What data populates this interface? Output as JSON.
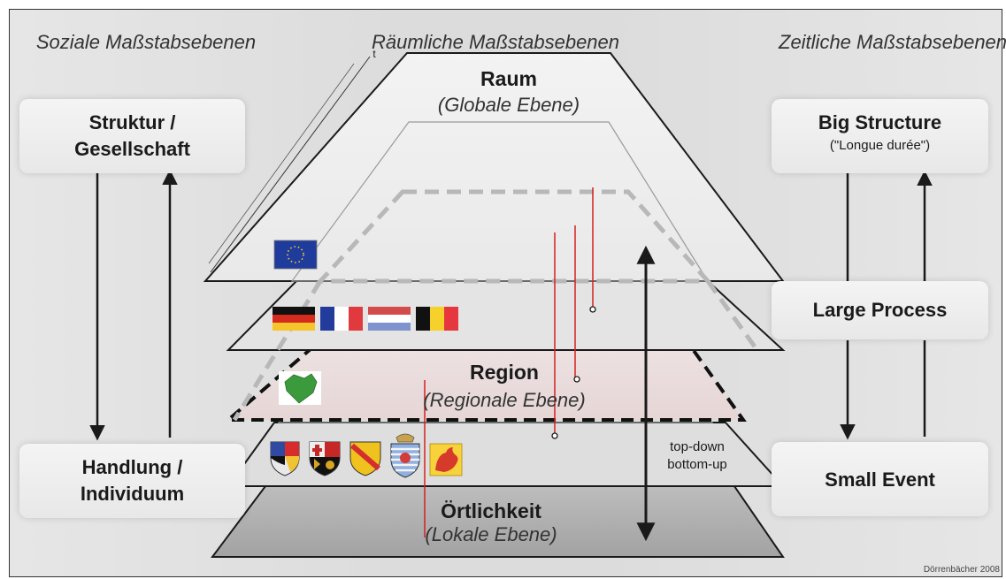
{
  "headings": {
    "left": "Soziale Maßstabsebenen",
    "center": "Räumliche Maßstabsebenen",
    "right": "Zeitliche Maßstabsebenen"
  },
  "social": {
    "top": "Struktur / Gesellschaft",
    "bottom": "Handlung / Individuum"
  },
  "temporal": {
    "top": "Big Structure",
    "top_note": "(\"Longue durée\")",
    "middle": "Large Process",
    "bottom": "Small Event"
  },
  "spatial": {
    "global_title": "Raum",
    "global_sub": "(Globale Ebene)",
    "regional_title": "Region",
    "regional_sub": "(Regionale Ebene)",
    "local_title": "Örtlichkeit",
    "local_sub": "(Lokale Ebene)"
  },
  "axis_label": "t",
  "direction": {
    "down": "top-down",
    "up": "bottom-up"
  },
  "credit": "Dörrenbächer 2008",
  "colors": {
    "arrow": "#1a1a1a",
    "red_line": "#d42020",
    "dashed_gray": "#b8b8b8",
    "dashed_black": "#111111",
    "region_fill": "#ecdcdc",
    "local_fill": "#a9a9a9"
  },
  "icons": [
    "eu-flag",
    "germany-flag",
    "france-flag",
    "netherlands-flag",
    "belgium-flag",
    "saarland-map",
    "saarland-crest",
    "rhineland-palatinate-crest",
    "lorraine-crest",
    "luxembourg-crest",
    "wallonia-crest"
  ]
}
